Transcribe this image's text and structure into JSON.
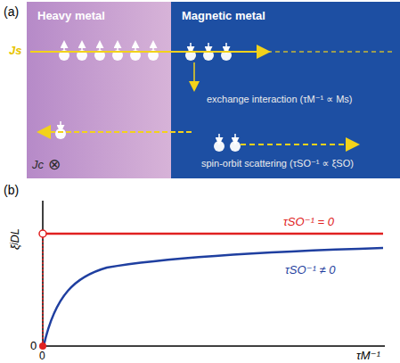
{
  "diagram": {
    "nodes": [
      {
        "text": [
          "Heavy metal"
        ]
      },
      {
        "text": [
          "Magnetic metal"
        ]
      }
    ],
    "labels": [
      "(a)",
      "Js",
      "Jc",
      "⊗",
      "exchange interaction (τM⁻¹ ∝ Ms)",
      "spin-orbit scattering (τSO⁻¹ ∝ ξSO)",
      "(b)",
      "ξʲDL",
      "0",
      "0",
      "τM⁻¹",
      "τSO⁻¹ = 0",
      "τSO⁻¹ ≠ 0"
    ]
  }
}
